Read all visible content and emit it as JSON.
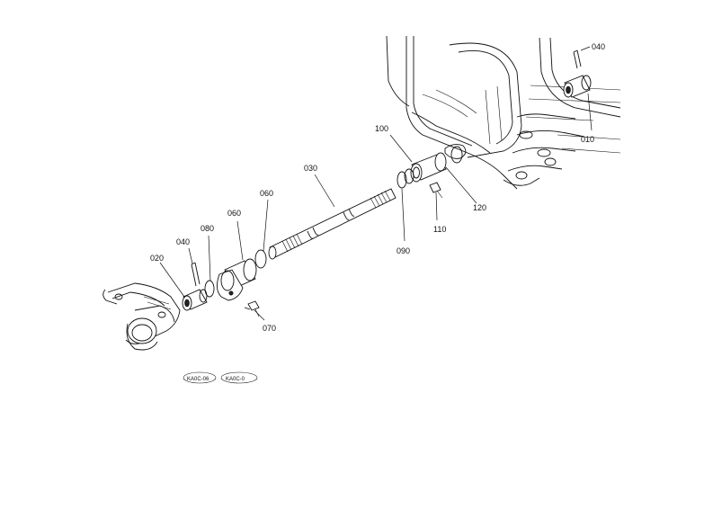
{
  "callouts": {
    "p010": "010",
    "p020": "020",
    "p030": "030",
    "p040a": "040",
    "p040b": "040",
    "p060a": "060",
    "p060b": "060",
    "p070": "070",
    "p080": "080",
    "p090": "090",
    "p100": "100",
    "p110": "110",
    "p120": "120"
  },
  "stamp": {
    "left": "KA0C-06",
    "right": "KA0C-0"
  }
}
